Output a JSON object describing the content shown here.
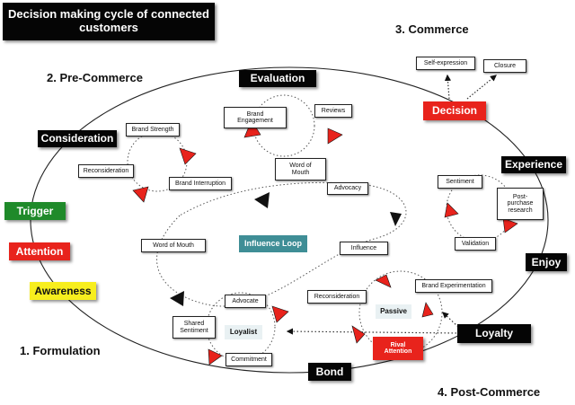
{
  "title": "Decision making cycle of connected customers",
  "phases": {
    "formulation": "1. Formulation",
    "pre_commerce": "2. Pre-Commerce",
    "commerce": "3. Commerce",
    "post_commerce": "4. Post-Commerce"
  },
  "stages": {
    "trigger": "Trigger",
    "attention": "Attention",
    "awareness": "Awareness",
    "consideration": "Consideration",
    "evaluation": "Evaluation",
    "decision": "Decision",
    "experience": "Experience",
    "enjoy": "Enjoy",
    "loyalty": "Loyalty",
    "bond": "Bond"
  },
  "nodes": {
    "brand_strength": "Brand Strength",
    "reconsideration": "Reconsideration",
    "brand_interruption": "Brand Interruption",
    "brand_engagement_1": "Brand",
    "brand_engagement_2": "Engagement",
    "reviews": "Reviews",
    "word_of_mouth_top_1": "Word of",
    "word_of_mouth_top_2": "Mouth",
    "advocacy": "Advocacy",
    "self_expression": "Self-expression",
    "closure": "Closure",
    "sentiment": "Sentiment",
    "post_purchase_1": "Post-",
    "post_purchase_2": "purchase",
    "post_purchase_3": "research",
    "validation": "Validation",
    "word_of_mouth_left": "Word of Mouth",
    "influence_loop": "Influence Loop",
    "influence": "Influence",
    "reconsideration_lower": "Reconsideration",
    "brand_experimentation": "Brand Experimentation",
    "passive": "Passive",
    "advocate": "Advocate",
    "shared_sentiment_1": "Shared",
    "shared_sentiment_2": "Sentiment",
    "loyalist": "Loyalist",
    "commitment": "Commitment",
    "rival_attention_1": "Rival",
    "rival_attention_2": "Attention"
  },
  "colors": {
    "black": "#050505",
    "red": "#e8231c",
    "green": "#1f8a2a",
    "yellow": "#f7ee1e",
    "teal": "#3f8e96",
    "pale": "#e9f1f3"
  }
}
